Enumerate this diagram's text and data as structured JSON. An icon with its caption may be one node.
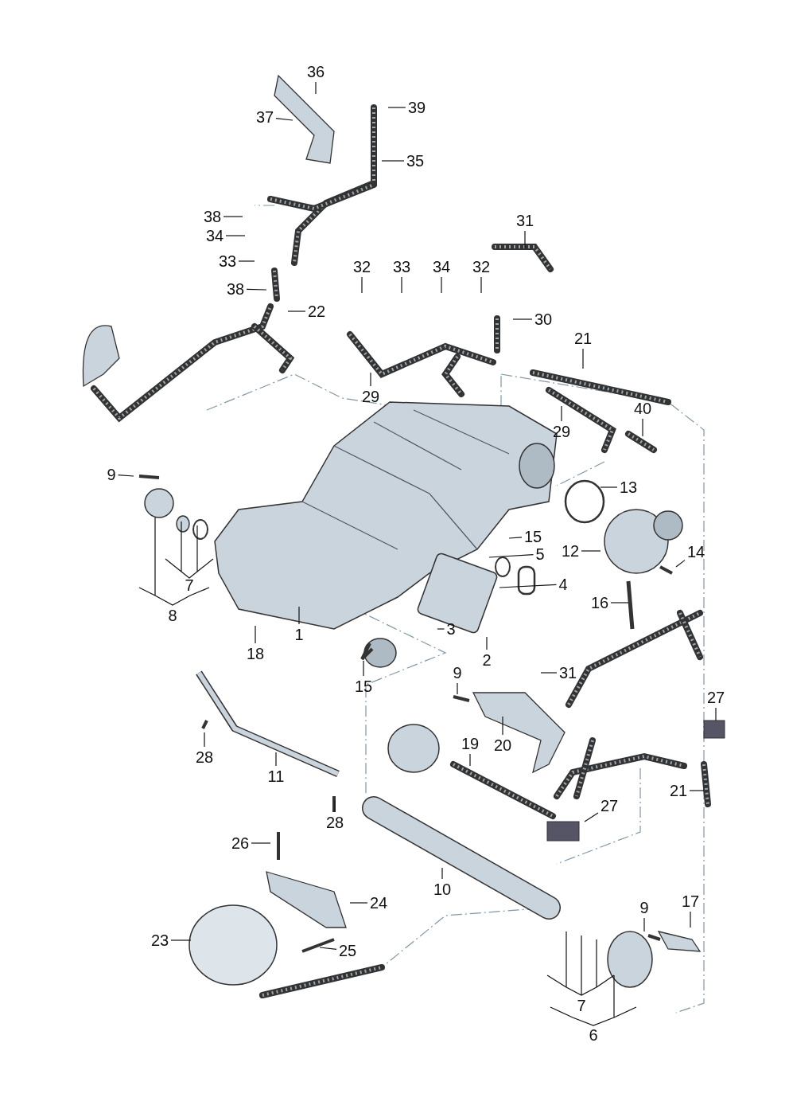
{
  "diagram": {
    "nodes": [
      {
        "text": [
          "36"
        ]
      },
      {
        "text": [
          "39"
        ]
      },
      {
        "text": [
          "37"
        ]
      },
      {
        "text": [
          "35"
        ]
      },
      {
        "text": [
          "38"
        ]
      },
      {
        "text": [
          "31"
        ]
      },
      {
        "text": [
          "34"
        ]
      },
      {
        "text": [
          "32"
        ]
      },
      {
        "text": [
          "33"
        ]
      },
      {
        "text": [
          "34"
        ]
      },
      {
        "text": [
          "33"
        ]
      },
      {
        "text": [
          "32"
        ]
      },
      {
        "text": [
          "38"
        ]
      },
      {
        "text": [
          "22"
        ]
      },
      {
        "text": [
          "30"
        ]
      },
      {
        "text": [
          "21"
        ]
      },
      {
        "text": [
          "29"
        ]
      },
      {
        "text": [
          "40"
        ]
      },
      {
        "text": [
          "29"
        ]
      },
      {
        "text": [
          "9"
        ]
      },
      {
        "text": [
          "13"
        ]
      },
      {
        "text": [
          "15"
        ]
      },
      {
        "text": [
          "12"
        ]
      },
      {
        "text": [
          "14"
        ]
      },
      {
        "text": [
          "5"
        ]
      },
      {
        "text": [
          "4"
        ]
      },
      {
        "text": [
          "16"
        ]
      },
      {
        "text": [
          "3"
        ]
      },
      {
        "text": [
          "1"
        ]
      },
      {
        "text": [
          "18"
        ]
      },
      {
        "text": [
          "2"
        ]
      },
      {
        "text": [
          "9"
        ]
      },
      {
        "text": [
          "31"
        ]
      },
      {
        "text": [
          "15"
        ]
      },
      {
        "text": [
          "27"
        ]
      },
      {
        "text": [
          "20"
        ]
      },
      {
        "text": [
          "19"
        ]
      },
      {
        "text": [
          "28"
        ]
      },
      {
        "text": [
          "11"
        ]
      },
      {
        "text": [
          "21"
        ]
      },
      {
        "text": [
          "27"
        ]
      },
      {
        "text": [
          "28"
        ]
      },
      {
        "text": [
          "26"
        ]
      },
      {
        "text": [
          "10"
        ]
      },
      {
        "text": [
          "17"
        ]
      },
      {
        "text": [
          "24"
        ]
      },
      {
        "text": [
          "9"
        ]
      },
      {
        "text": [
          "23"
        ]
      },
      {
        "text": [
          "25"
        ]
      }
    ],
    "edges": [
      {
        "from": 0,
        "to": null,
        "arrow": "none"
      },
      {
        "from": 1,
        "to": null,
        "arrow": "none"
      },
      {
        "from": 2,
        "to": null,
        "arrow": "none"
      },
      {
        "from": 3,
        "to": null,
        "arrow": "none"
      },
      {
        "from": 4,
        "to": null,
        "arrow": "none"
      },
      {
        "from": 5,
        "to": null,
        "arrow": "none"
      },
      {
        "from": 6,
        "to": null,
        "arrow": "none"
      },
      {
        "from": 7,
        "to": null,
        "arrow": "none"
      },
      {
        "from": 8,
        "to": null,
        "arrow": "none"
      },
      {
        "from": 9,
        "to": null,
        "arrow": "none"
      },
      {
        "from": 10,
        "to": null,
        "arrow": "none"
      },
      {
        "from": 11,
        "to": null,
        "arrow": "none"
      },
      {
        "from": 12,
        "to": null,
        "arrow": "none"
      },
      {
        "from": 13,
        "to": null,
        "arrow": "none"
      },
      {
        "from": 14,
        "to": null,
        "arrow": "none"
      },
      {
        "from": 15,
        "to": null,
        "arrow": "none"
      },
      {
        "from": 16,
        "to": null,
        "arrow": "none"
      },
      {
        "from": 17,
        "to": null,
        "arrow": "none"
      },
      {
        "from": 18,
        "to": null,
        "arrow": "none"
      },
      {
        "from": 19,
        "to": null,
        "arrow": "none"
      },
      {
        "from": 20,
        "to": null,
        "arrow": "none"
      },
      {
        "from": 21,
        "to": null,
        "arrow": "none"
      },
      {
        "from": 22,
        "to": null,
        "arrow": "none"
      },
      {
        "from": 23,
        "to": null,
        "arrow": "none"
      },
      {
        "from": 24,
        "to": null,
        "arrow": "none"
      },
      {
        "from": 25,
        "to": null,
        "arrow": "none"
      },
      {
        "from": 26,
        "to": null,
        "arrow": "none"
      },
      {
        "from": 27,
        "to": null,
        "arrow": "none"
      },
      {
        "from": 28,
        "to": null,
        "arrow": "none"
      },
      {
        "from": 29,
        "to": null,
        "arrow": "none"
      },
      {
        "from": 30,
        "to": null,
        "arrow": "none"
      },
      {
        "from": 31,
        "to": null,
        "arrow": "none"
      },
      {
        "from": 32,
        "to": null,
        "arrow": "none"
      },
      {
        "from": 33,
        "to": null,
        "arrow": "none"
      },
      {
        "from": 34,
        "to": null,
        "arrow": "none"
      },
      {
        "from": 35,
        "to": null,
        "arrow": "none"
      },
      {
        "from": 36,
        "to": null,
        "arrow": "none"
      },
      {
        "from": 37,
        "to": null,
        "arrow": "none"
      },
      {
        "from": 38,
        "to": null,
        "arrow": "none"
      },
      {
        "from": 39,
        "to": null,
        "arrow": "none"
      },
      {
        "from": 40,
        "to": null,
        "arrow": "none"
      },
      {
        "from": 41,
        "to": null,
        "arrow": "none"
      },
      {
        "from": 42,
        "to": null,
        "arrow": "none"
      },
      {
        "from": 43,
        "to": null,
        "arrow": "none"
      },
      {
        "from": 44,
        "to": null,
        "arrow": "none"
      },
      {
        "from": 45,
        "to": null,
        "arrow": "none"
      },
      {
        "from": 46,
        "to": null,
        "arrow": "none"
      },
      {
        "from": 47,
        "to": null,
        "arrow": "none"
      },
      {
        "from": 48,
        "to": null,
        "arrow": "none"
      }
    ],
    "labels": [
      "7",
      "8",
      "7",
      "6"
    ]
  }
}
